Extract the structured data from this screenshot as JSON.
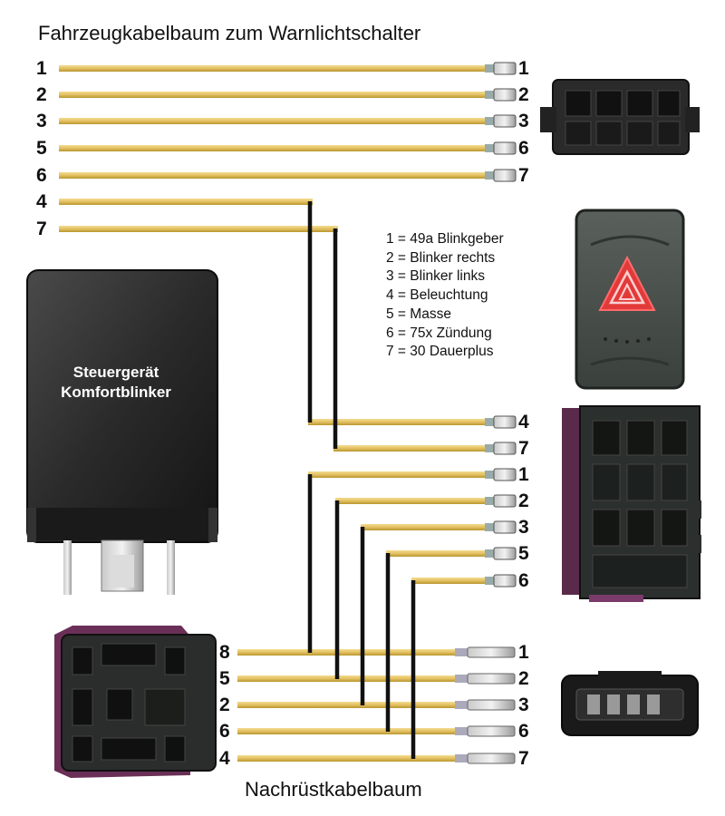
{
  "header": {
    "title": "Fahrzeugkabelbaum zum Warnlichtschalter"
  },
  "footer": {
    "title": "Nachrüstkabelbaum"
  },
  "relay": {
    "label_line1": "Steuergerät",
    "label_line2": "Komfortblinker"
  },
  "legend": [
    "1 = 49a Blinkgeber",
    "2 = Blinker rechts",
    "3 = Blinker links",
    "4 = Beleuchtung",
    "5 = Masse",
    "6 = 75x Zündung",
    "7 = 30 Dauerplus"
  ],
  "vehicle_harness": {
    "left_numbers": [
      "1",
      "2",
      "3",
      "5",
      "6",
      "4",
      "7"
    ],
    "right_numbers": [
      "1",
      "2",
      "3",
      "6",
      "7"
    ]
  },
  "switch_side": {
    "numbers": [
      "4",
      "7",
      "1",
      "2",
      "3",
      "5",
      "6"
    ]
  },
  "retrofit_harness": {
    "left_numbers": [
      "8",
      "5",
      "2",
      "6",
      "4"
    ],
    "right_numbers": [
      "1",
      "2",
      "3",
      "6",
      "7"
    ]
  },
  "colors": {
    "wire": "#e6c66a",
    "wire_edge": "#b8962e",
    "bridge": "#111111",
    "lamp": "#e23a3a"
  }
}
